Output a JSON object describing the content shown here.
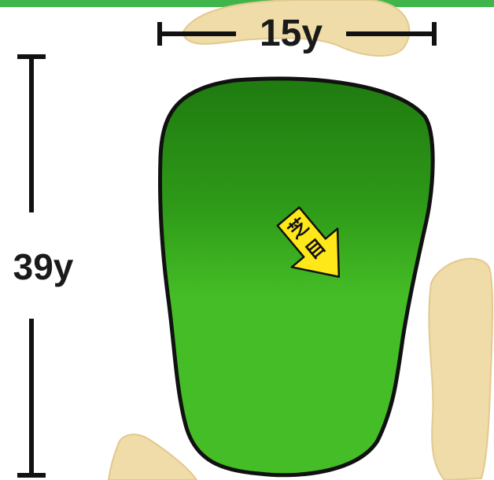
{
  "green": {
    "width_label": "15y",
    "depth_label": "39y",
    "grain_label_chars": [
      "芝",
      "目"
    ],
    "colors": {
      "top_border": "#3fb54a",
      "green_dark": "#1f7a10",
      "green_light": "#4cc22a",
      "outline": "#111111",
      "bunker": "#f0dca8",
      "bunker_edge": "#e2c98f",
      "arrow": "#ffe81a"
    }
  }
}
